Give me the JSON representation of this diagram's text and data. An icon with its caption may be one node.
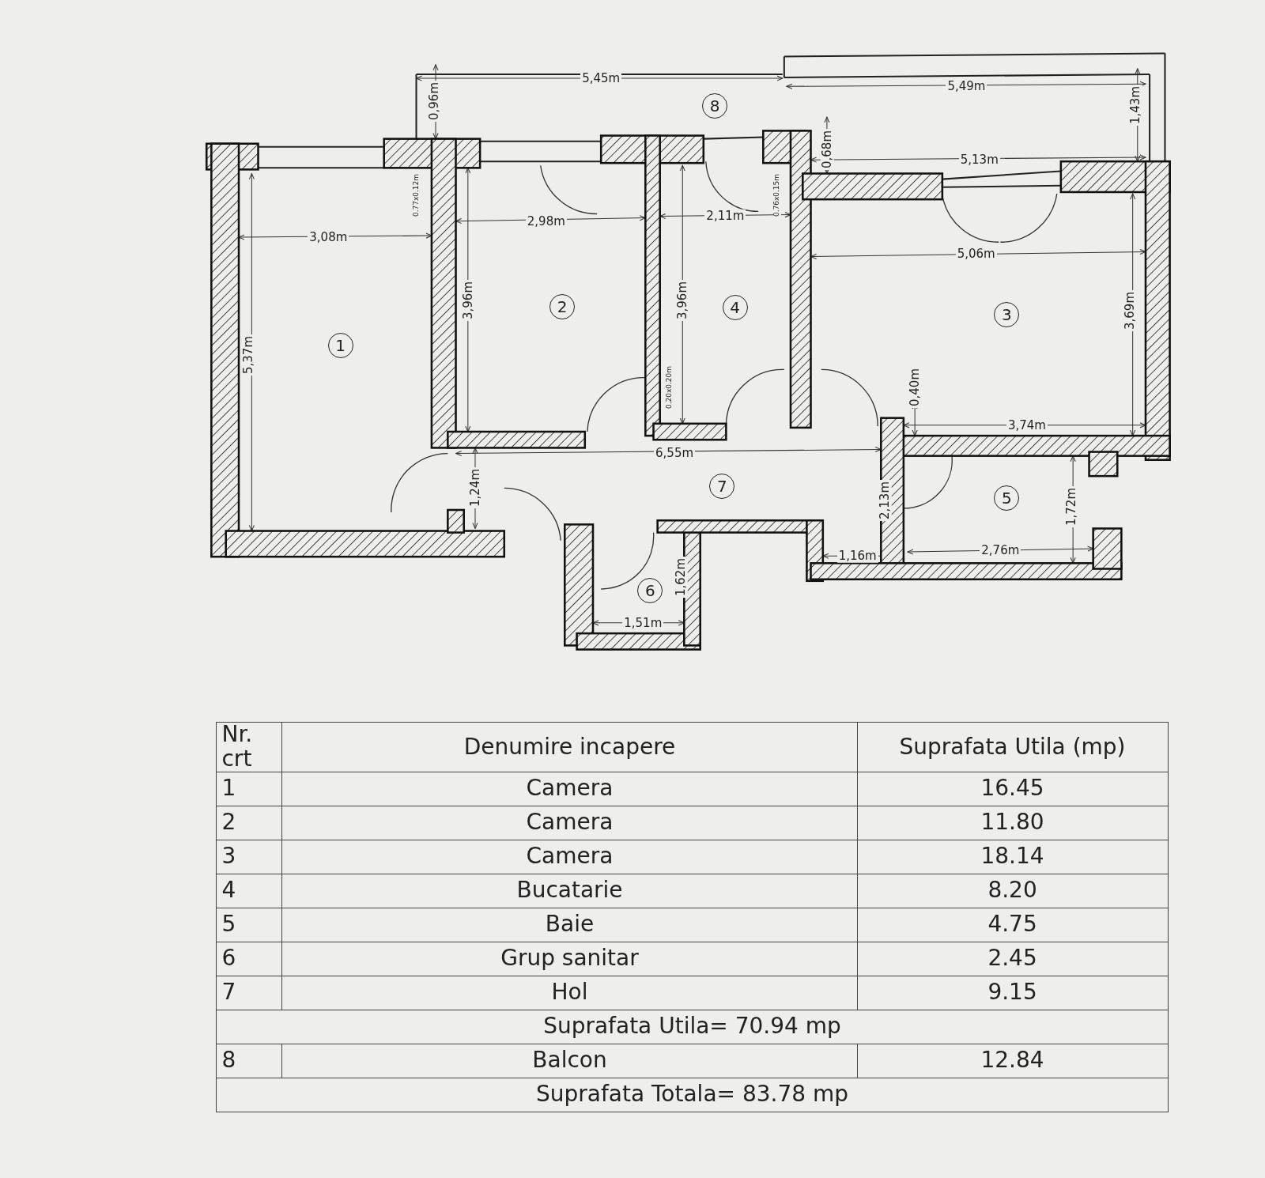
{
  "diagram": {
    "nodes": [
      {
        "text": [
          "8"
        ]
      },
      {
        "text": [
          "2"
        ]
      },
      {
        "text": [
          "4"
        ]
      },
      {
        "text": [
          "3"
        ]
      },
      {
        "text": [
          "1"
        ]
      },
      {
        "text": [
          "7"
        ]
      },
      {
        "text": [
          "5"
        ]
      },
      {
        "text": [
          "6"
        ]
      }
    ],
    "labels": [
      "5,45m",
      "5,49m",
      "0,96m",
      "1,43m",
      "0,68m",
      "5,13m",
      "0.77x0.12m",
      "0.76x0.15m",
      "2,98m",
      "2,11m",
      "3,08m",
      "5,06m",
      "3,96m",
      "3,96m",
      "5,37m",
      "3,69m",
      "0.20x0.20m",
      "0,40m",
      "3,74m",
      "6,55m",
      "1,24m",
      "2,13m",
      "1,72m",
      "1,16m",
      "2,76m",
      "1,62m",
      "1,51m",
      "Nr. crt",
      "Denumire incapere",
      "Suprafata Utila (mp)",
      "1",
      "Camera",
      "16.45",
      "2",
      "Camera",
      "11.80",
      "3",
      "Camera",
      "18.14",
      "4",
      "Bucatarie",
      "8.20",
      "5",
      "Baie",
      "4.75",
      "6",
      "Grup sanitar",
      "2.45",
      "7",
      "Hol",
      "9.15",
      "Suprafata Utila= 70.94 mp",
      "8",
      "Balcon",
      "12.84",
      "Suprafata Totala= 83.78 mp"
    ]
  }
}
